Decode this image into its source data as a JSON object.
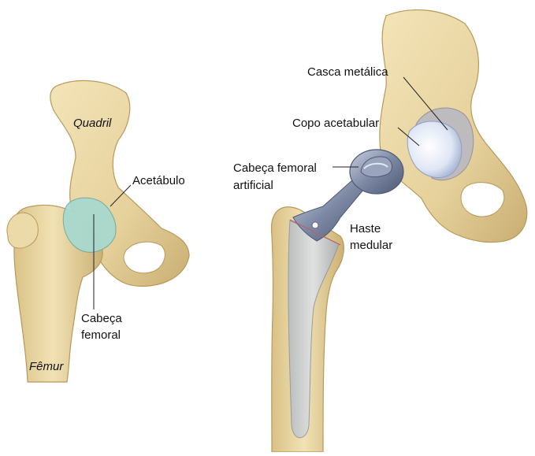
{
  "labels": {
    "quadril": "Quadril",
    "acetabulo": "Acetábulo",
    "cabeca_femoral_line1": "Cabeça",
    "cabeca_femoral_line2": "femoral",
    "femur": "Fêmur",
    "casca_metalica": "Casca metálica",
    "copo_acetabular": "Copo acetabular",
    "cabeca_artificial_line1": "Cabeça femoral",
    "cabeca_artificial_line2": "artificial",
    "haste_line1": "Haste",
    "haste_line2": "medular"
  },
  "colors": {
    "bone": "#ead7a4",
    "bone_shadow": "#cdb57a",
    "bone_dark": "#b89c5e",
    "cartilage": "#a9d9cf",
    "metal": "#8c98b0",
    "metal_dark": "#5e6a85",
    "cup": "#e6ecf8",
    "shell": "#b9b9c1",
    "stem": "#c9cdd2"
  }
}
